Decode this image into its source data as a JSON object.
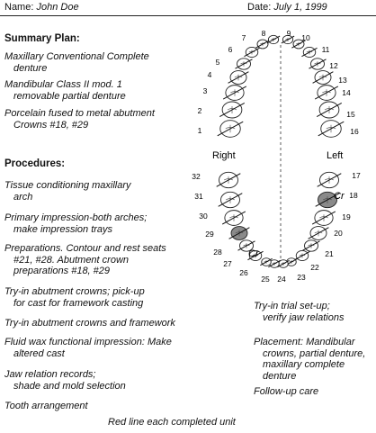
{
  "header": {
    "name_label": "Name:",
    "name_value": "John Doe",
    "date_label": "Date:",
    "date_value": "July 1, 1999"
  },
  "summary": {
    "title": "Summary Plan:",
    "items": [
      [
        "Maxillary Conventional Complete",
        "denture"
      ],
      [
        "Mandibular Class II mod. 1",
        "removable partial denture"
      ],
      [
        "Porcelain fused to metal abutment",
        "Crowns #18, #29"
      ]
    ]
  },
  "procedures": {
    "title": "Procedures:",
    "items": [
      [
        "Tissue conditioning maxillary",
        "arch"
      ],
      [
        "Primary impression-both arches;",
        "make impression trays"
      ],
      [
        "Preparations. Contour and rest seats",
        "#21, #28. Abutment crown",
        "preparations #18, #29"
      ],
      [
        "Try-in abutment crowns; pick-up",
        "for cast for framework casting"
      ],
      [
        "Try-in abutment crowns and framework"
      ],
      [
        "Fluid wax functional impression: Make",
        "altered cast"
      ],
      [
        "Jaw relation records;",
        "shade and mold selection"
      ],
      [
        "Tooth arrangement"
      ]
    ],
    "right_items": [
      [
        "Try-in trial set-up;",
        "verify jaw relations"
      ],
      [
        "Placement: Mandibular",
        "crowns, partial denture,",
        "maxillary complete",
        "denture"
      ],
      [
        "Follow-up care"
      ]
    ]
  },
  "chart": {
    "side_right": "Right",
    "side_left": "Left",
    "crown_label": "Cr",
    "upper_numbers": [
      "1",
      "2",
      "3",
      "4",
      "5",
      "6",
      "7",
      "8",
      "9",
      "10",
      "11",
      "12",
      "13",
      "14",
      "15",
      "16"
    ],
    "lower_numbers": [
      "17",
      "18",
      "19",
      "20",
      "21",
      "22",
      "23",
      "24",
      "25",
      "26",
      "27",
      "28",
      "29",
      "30",
      "31",
      "32"
    ],
    "crown_teeth": [
      "18",
      "29"
    ],
    "crown_color": "#8a8a8a"
  },
  "footer": "Red line each completed unit"
}
